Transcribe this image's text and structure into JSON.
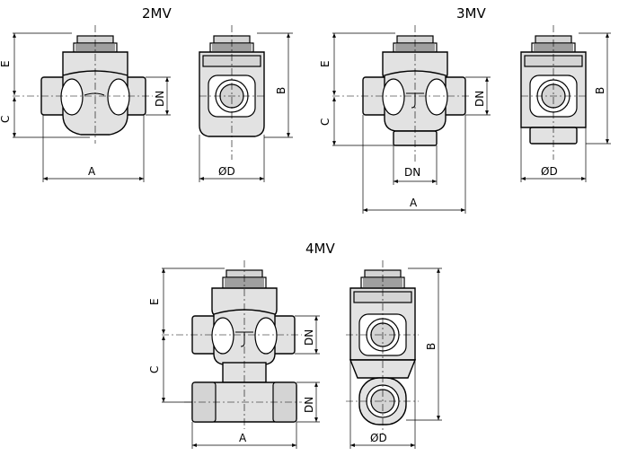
{
  "titles": {
    "v2": "2MV",
    "v3": "3MV",
    "v4": "4MV"
  },
  "dims": {
    "A": "A",
    "B": "B",
    "C": "C",
    "E": "E",
    "DN": "DN",
    "OD": "ØD"
  }
}
